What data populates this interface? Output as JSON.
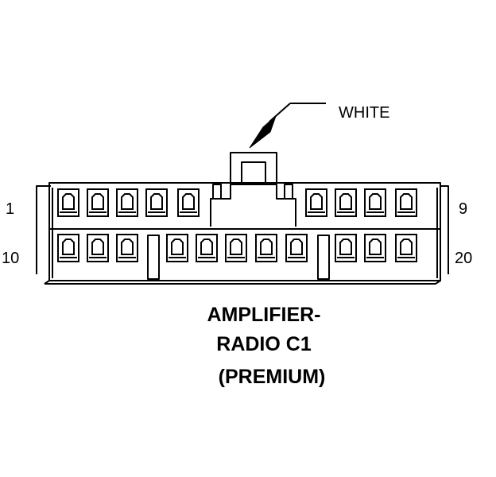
{
  "callout": {
    "label": "WHITE"
  },
  "pin_labels": {
    "top_left": "1",
    "top_right": "9",
    "bottom_left": "10",
    "bottom_right": "20"
  },
  "title": {
    "line1": "AMPLIFIER-",
    "line2": "RADIO C1",
    "line3": "(PREMIUM)"
  },
  "connector": {
    "top_row_cavities": 9,
    "bottom_row_cavities": 11,
    "colors": {
      "stroke": "#000000",
      "background": "#ffffff"
    }
  }
}
